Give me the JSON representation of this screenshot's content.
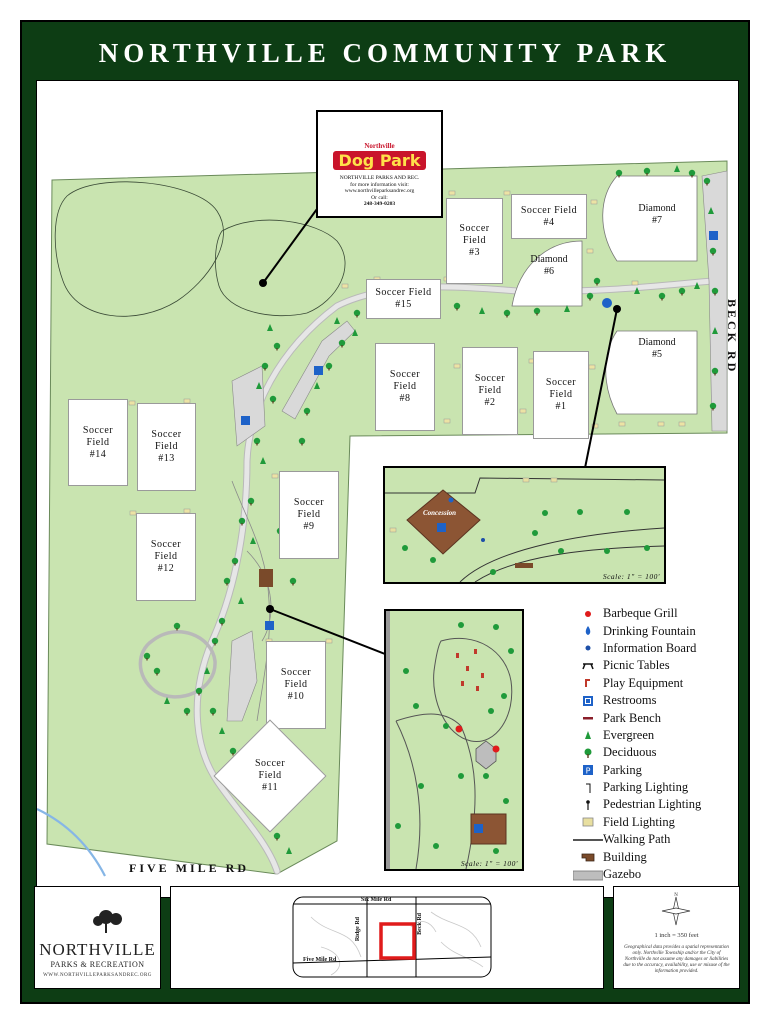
{
  "title": "NORTHVILLE COMMUNITY PARK",
  "roads": {
    "south": "FIVE MILE RD",
    "east": "BECK RD"
  },
  "fields": [
    {
      "line1": "Soccer",
      "line2": "Field",
      "line3": "#3"
    },
    {
      "line1": "Soccer Field",
      "line2": "#4",
      "line3": ""
    },
    {
      "line1": "Soccer Field",
      "line2": "#15",
      "line3": ""
    },
    {
      "line1": "Soccer",
      "line2": "Field",
      "line3": "#8"
    },
    {
      "line1": "Soccer",
      "line2": "Field",
      "line3": "#2"
    },
    {
      "line1": "Soccer",
      "line2": "Field",
      "line3": "#1"
    },
    {
      "line1": "Soccer",
      "line2": "Field",
      "line3": "#14"
    },
    {
      "line1": "Soccer",
      "line2": "Field",
      "line3": "#13"
    },
    {
      "line1": "Soccer",
      "line2": "Field",
      "line3": "#9"
    },
    {
      "line1": "Soccer",
      "line2": "Field",
      "line3": "#12"
    },
    {
      "line1": "Soccer",
      "line2": "Field",
      "line3": "#10"
    },
    {
      "line1": "Soccer",
      "line2": "Field",
      "line3": "#11"
    }
  ],
  "diamonds": [
    {
      "line1": "Diamond",
      "line2": "#7"
    },
    {
      "line1": "Diamond",
      "line2": "#6"
    },
    {
      "line1": "Diamond",
      "line2": "#5"
    }
  ],
  "dog_park": {
    "top": "Northville",
    "logo": "Dog Park",
    "org": "NORTHVILLE PARKS AND REC.",
    "info": "for more information visit:",
    "url": "www.northvilleparksandrec.org",
    "or_call": "Or call:",
    "phone": "248-349-0203"
  },
  "insets": {
    "concession_label": "Concession",
    "scale": "Scale:  1\" = 100'"
  },
  "legend": [
    {
      "label": "Barbeque Grill",
      "icon": "grill-icon",
      "color": "#e01b1b"
    },
    {
      "label": "Drinking Fountain",
      "icon": "drinking-fountain-icon",
      "color": "#1e62c8"
    },
    {
      "label": "Information Board",
      "icon": "information-board-icon",
      "color": "#1d4fa8"
    },
    {
      "label": "Picnic Tables",
      "icon": "picnic-table-icon",
      "color": "#111111"
    },
    {
      "label": "Play Equipment",
      "icon": "play-equipment-icon",
      "color": "#c0392b"
    },
    {
      "label": "Restrooms",
      "icon": "restroom-icon",
      "color": "#1e62c8"
    },
    {
      "label": "Park Bench",
      "icon": "park-bench-icon",
      "color": "#8a1e2a"
    },
    {
      "label": "Evergreen",
      "icon": "evergreen-icon",
      "color": "#1f9a3a"
    },
    {
      "label": "Deciduous",
      "icon": "deciduous-icon",
      "color": "#1f9a3a"
    },
    {
      "label": "Parking",
      "icon": "parking-icon",
      "color": "#1e62c8"
    },
    {
      "label": "Parking Lighting",
      "icon": "parking-light-icon",
      "color": "#111111"
    },
    {
      "label": "Pedestrian Lighting",
      "icon": "pedestrian-light-icon",
      "color": "#111111"
    },
    {
      "label": "Field Lighting",
      "icon": "field-light-icon",
      "color": "#e8dfa0"
    },
    {
      "label": "Walking Path",
      "icon": "walking-path-icon",
      "color": "#555555"
    },
    {
      "label": "Building",
      "icon": "building-icon",
      "color": "#7a4a2a"
    },
    {
      "label": "Gazebo",
      "icon": "gazebo-icon",
      "color": "#bdbdbd"
    }
  ],
  "footer": {
    "logo_main": "NORTHVILLE",
    "logo_sub": "PARKS & RECREATION",
    "logo_url": "WWW.NORTHVILLEPARKSANDREC.ORG",
    "locator": {
      "six_mile": "Six Mile Rd",
      "five_mile": "Five Mile Rd",
      "ridge": "Ridge Rd",
      "beck": "Beck Rd"
    },
    "scale_note": "1 inch = 350 feet",
    "disclaimer": "Geographical data provides a spatial representation only. Northville Township and/or the City of Northville do not assume any damages or liabilities due to the accuracy, availability, use or misuse of the information provided."
  },
  "colors": {
    "frame": "#0d3d14",
    "grass": "#c9e4b0",
    "path": "#dcdcdc",
    "tree": "#1f9a3a",
    "highlight": "#e01b1b"
  }
}
